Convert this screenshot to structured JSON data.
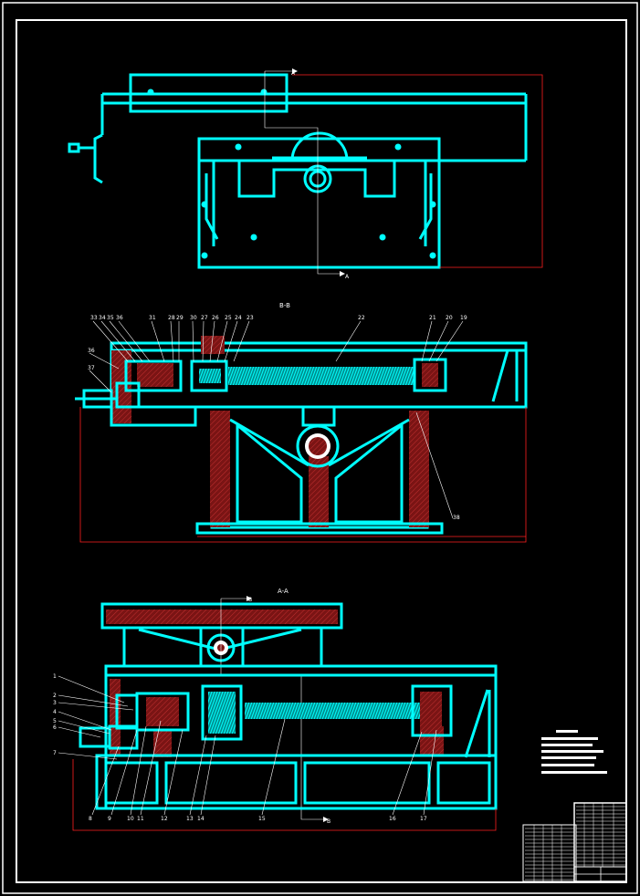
{
  "views": {
    "top": {
      "cut_label_top": "A",
      "cut_label_bottom": "A"
    },
    "section_bb": {
      "title": "B-B",
      "callouts_top": [
        "33",
        "34",
        "35",
        "36",
        "31",
        "28",
        "29",
        "30",
        "27",
        "26",
        "25",
        "24",
        "23",
        "22",
        "21",
        "20",
        "19"
      ],
      "callouts_left": [
        "36",
        "37"
      ],
      "callout_right": "38"
    },
    "section_aa": {
      "title": "A-A",
      "cut_label_top": "B",
      "cut_label_bottom": "B",
      "callouts_left": [
        "1",
        "2",
        "3",
        "4",
        "5",
        "6",
        "7"
      ],
      "callouts_bottom": [
        "8",
        "9",
        "10",
        "11",
        "12",
        "13",
        "14",
        "15",
        "16",
        "17"
      ]
    }
  },
  "title_block": {
    "present": true
  },
  "colors": {
    "background": "#000000",
    "outline": "#00ffff",
    "section": "#8b1a1a",
    "dimension": "#ff2020",
    "border": "#ffffff"
  }
}
